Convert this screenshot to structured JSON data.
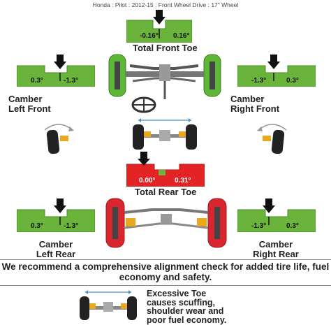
{
  "header": "Honda : Pilot : 2012-15 : Front Wheel Drive : 17\" Wheel",
  "front_toe": {
    "left_value": "-0.16°",
    "right_value": "0.16°",
    "label": "Total Front Toe"
  },
  "camber_left_front": {
    "left_value": "0.3°",
    "right_value": "-1.3°",
    "label_line1": "Camber",
    "label_line2": "Left Front"
  },
  "camber_right_front": {
    "left_value": "-1.3°",
    "right_value": "0.3°",
    "label_line1": "Camber",
    "label_line2": "Right Front"
  },
  "rear_toe": {
    "left_value": "0.00°",
    "right_value": "0.31°",
    "label": "Total Rear Toe"
  },
  "camber_left_rear": {
    "left_value": "0.3°",
    "right_value": "-1.3°",
    "label_line1": "Camber",
    "label_line2": "Left Rear"
  },
  "camber_right_rear": {
    "left_value": "-1.3°",
    "right_value": "0.3°",
    "label_line1": "Camber",
    "label_line2": "Right Rear"
  },
  "recommendation": "We recommend a comprehensive alignment check for added tire life, fuel economy and safety.",
  "note": {
    "line1": "Excessive Toe",
    "line2": "causes scuffing,",
    "line3": "shoulder wear and",
    "line4": "poor fuel economy."
  },
  "colors": {
    "in_spec": "#6ab43c",
    "out_of_spec": "#e42424",
    "tire_ok": "#5db838",
    "tire_bad": "#d9262e"
  }
}
